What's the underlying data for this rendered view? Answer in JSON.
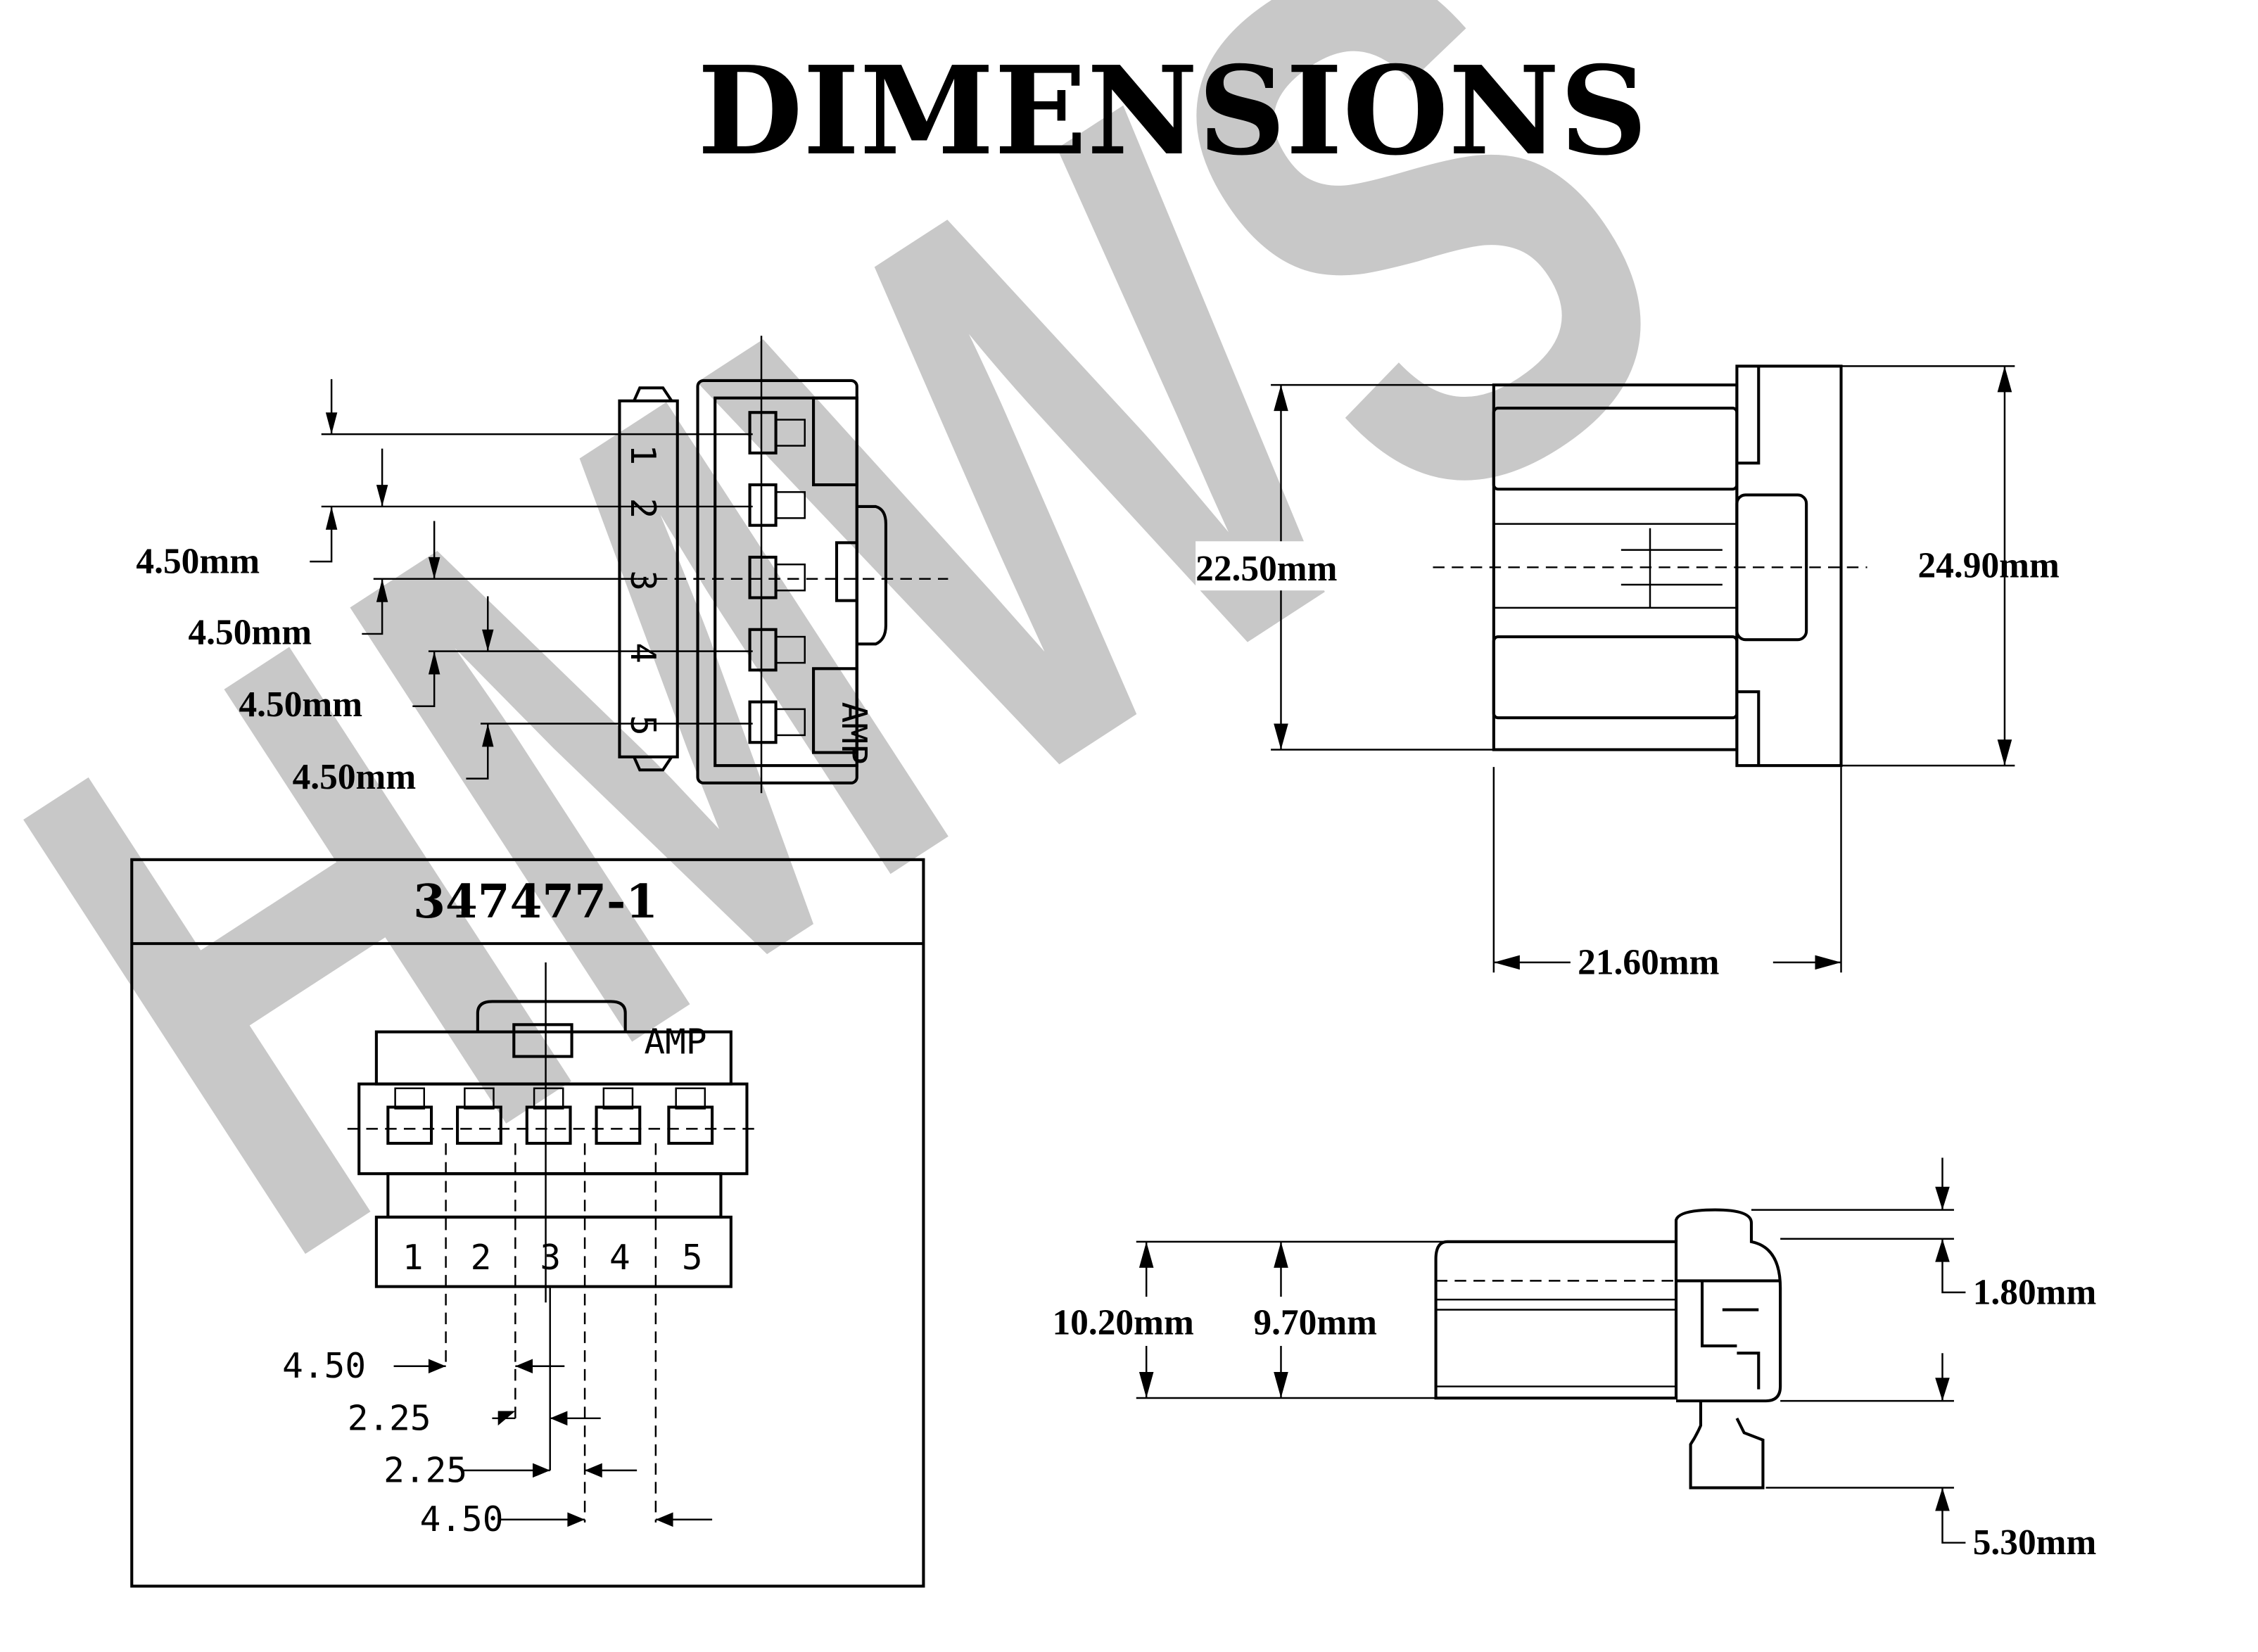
{
  "title": "DIMENSIONS",
  "watermark": "HMWS",
  "part_number": "347477-1",
  "side_view": {
    "pitch_labels": [
      "4.50mm",
      "4.50mm",
      "4.50mm",
      "4.50mm"
    ],
    "pin_numbers": [
      "1",
      "2",
      "3",
      "4",
      "5"
    ],
    "brand_mark": "AMP"
  },
  "front_view": {
    "pin_numbers": [
      "1",
      "2",
      "3",
      "4",
      "5"
    ],
    "brand_mark": "AMP",
    "offset_labels": [
      "4.50",
      "2.25",
      "2.25",
      "4.50"
    ]
  },
  "top_view": {
    "height_inner": "22.50mm",
    "height_outer": "24.90mm",
    "width": "21.60mm"
  },
  "profile_view": {
    "height_outer": "10.20mm",
    "height_inner": "9.70mm",
    "latch": "1.80mm",
    "terminal": "5.30mm"
  },
  "colors": {
    "ink": "#000000",
    "watermark": "#c8c8c8"
  }
}
